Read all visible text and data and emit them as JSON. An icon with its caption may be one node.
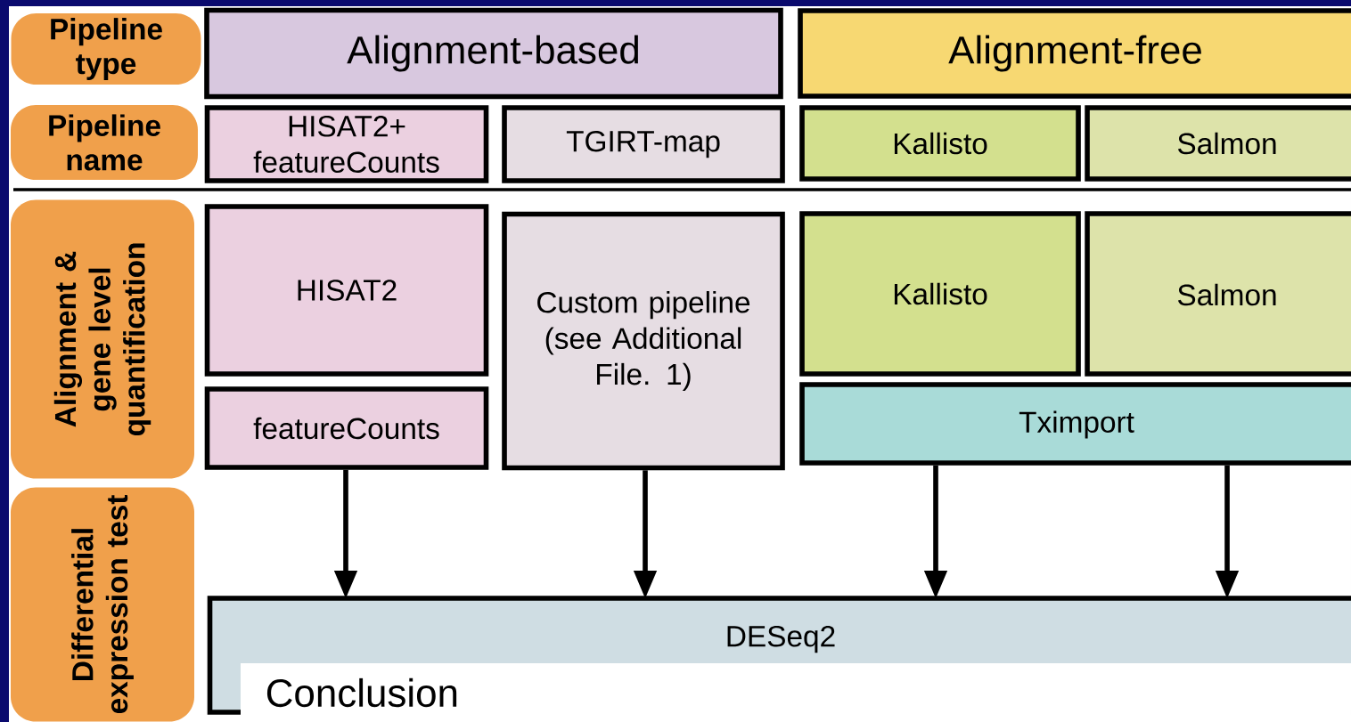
{
  "diagram": {
    "nodes": [
      {
        "text": [
          "Pipeline type"
        ]
      },
      {
        "text": [
          "Pipeline name"
        ]
      },
      {
        "text": [
          "Alignment & gene level quantification"
        ]
      },
      {
        "text": [
          "Differential expression test"
        ]
      },
      {
        "text": [
          "Alignment-based"
        ]
      },
      {
        "text": [
          "Alignment-free"
        ]
      },
      {
        "text": [
          "HISAT2+ featureCounts"
        ]
      },
      {
        "text": [
          "TGIRT-map"
        ]
      },
      {
        "text": [
          "Kallisto"
        ]
      },
      {
        "text": [
          "Salmon"
        ]
      },
      {
        "text": [
          "HISAT2"
        ]
      },
      {
        "text": [
          "featureCounts"
        ]
      },
      {
        "text": [
          "Custom pipeline (see Additional File. 1)"
        ]
      },
      {
        "text": [
          "Kallisto"
        ]
      },
      {
        "text": [
          "Salmon"
        ]
      },
      {
        "text": [
          "Tximport"
        ]
      },
      {
        "text": [
          "DESeq2"
        ]
      }
    ],
    "edges": [
      {
        "from": 11,
        "to": 16,
        "arrow": "to"
      },
      {
        "from": 12,
        "to": 16,
        "arrow": "to"
      },
      {
        "from": 15,
        "to": 16,
        "arrow": "to"
      },
      {
        "from": 15,
        "to": 16,
        "arrow": "to"
      }
    ],
    "labels": [
      "Conclusion"
    ]
  }
}
